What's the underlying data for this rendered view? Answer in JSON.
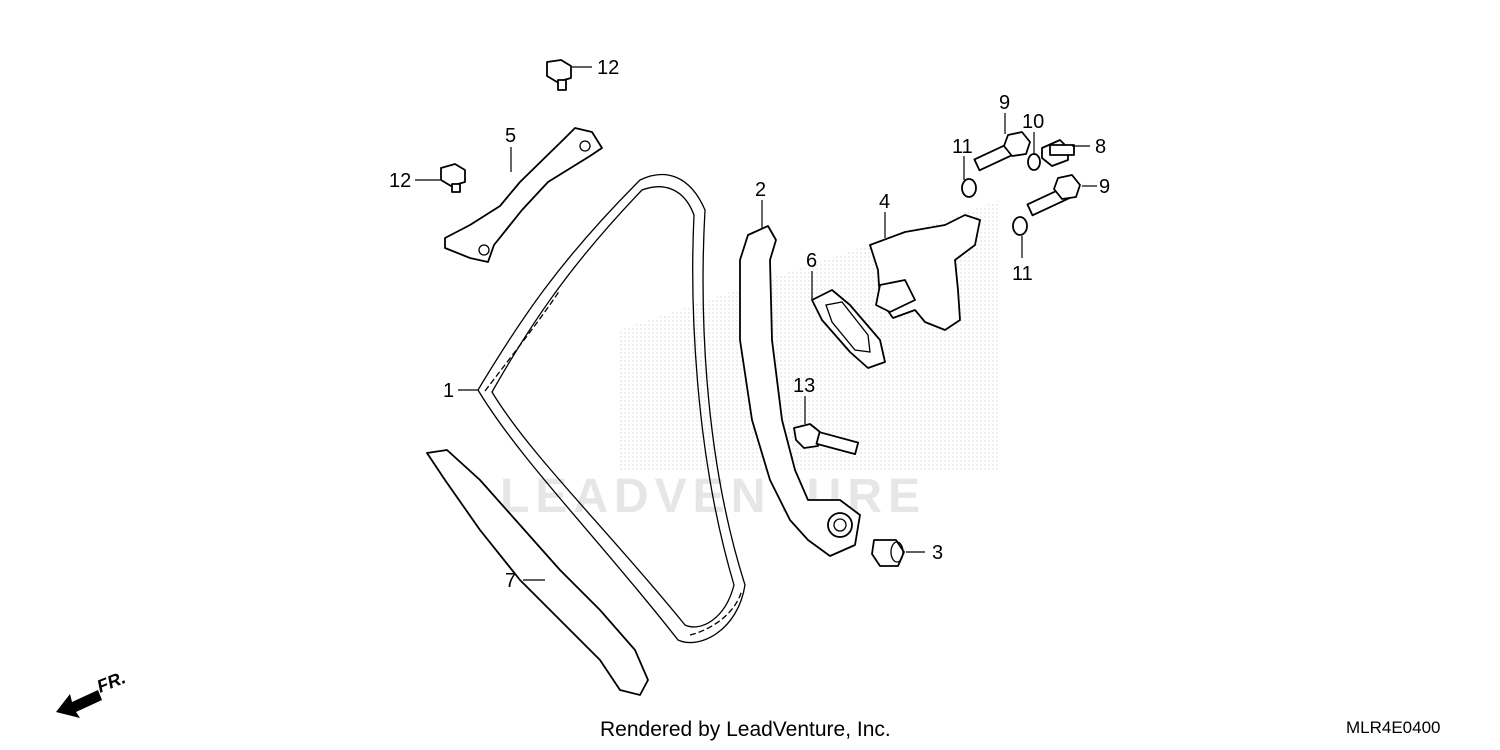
{
  "diagram": {
    "callouts": [
      {
        "id": "1",
        "label": "1"
      },
      {
        "id": "2",
        "label": "2"
      },
      {
        "id": "3",
        "label": "3"
      },
      {
        "id": "4",
        "label": "4"
      },
      {
        "id": "5",
        "label": "5"
      },
      {
        "id": "6",
        "label": "6"
      },
      {
        "id": "7",
        "label": "7"
      },
      {
        "id": "8",
        "label": "8"
      },
      {
        "id": "9a",
        "label": "9"
      },
      {
        "id": "9b",
        "label": "9"
      },
      {
        "id": "10",
        "label": "10"
      },
      {
        "id": "11a",
        "label": "11"
      },
      {
        "id": "11b",
        "label": "11"
      },
      {
        "id": "12a",
        "label": "12"
      },
      {
        "id": "12b",
        "label": "12"
      },
      {
        "id": "13",
        "label": "13"
      }
    ],
    "front_indicator": "FR.",
    "watermark": "LEADVENTURE"
  },
  "footer": {
    "credit": "Rendered by LeadVenture, Inc.",
    "code": "MLR4E0400"
  }
}
